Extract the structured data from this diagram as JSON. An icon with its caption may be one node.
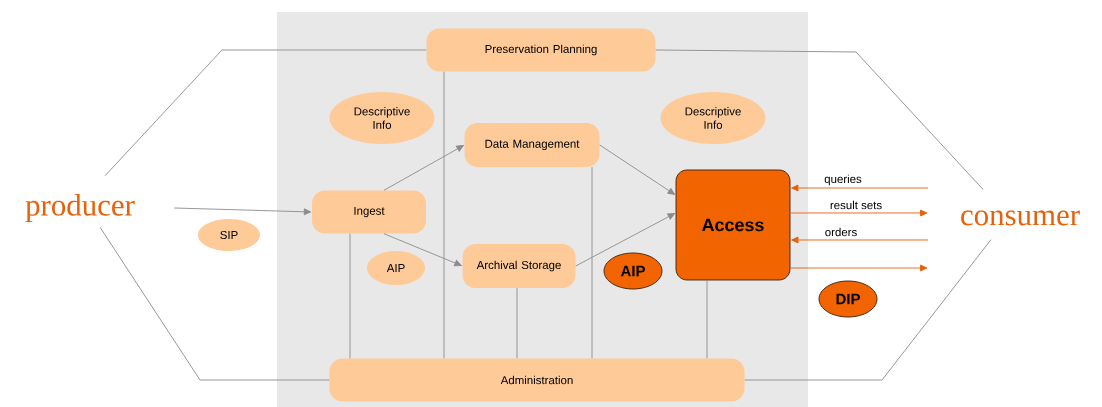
{
  "diagram": {
    "nodes": [
      {
        "text": [
          "producer"
        ]
      },
      {
        "text": [
          "consumer"
        ]
      },
      {
        "text": [
          "Preservation Planning"
        ]
      },
      {
        "text": [
          "Descriptive Info"
        ]
      },
      {
        "text": [
          "Data Management"
        ]
      },
      {
        "text": [
          "Descriptive Info"
        ]
      },
      {
        "text": [
          "Ingest"
        ]
      },
      {
        "text": [
          "SIP"
        ]
      },
      {
        "text": [
          "AIP"
        ]
      },
      {
        "text": [
          "Archival Storage"
        ]
      },
      {
        "text": [
          "AIP"
        ]
      },
      {
        "text": [
          "Access"
        ]
      },
      {
        "text": [
          "DIP"
        ]
      },
      {
        "text": [
          "Administration"
        ]
      }
    ],
    "edges": [
      {
        "from": 0,
        "to": 6,
        "arrow": "to"
      },
      {
        "from": 0,
        "to": 2,
        "arrow": "none"
      },
      {
        "from": 0,
        "to": 13,
        "arrow": "none"
      },
      {
        "from": 1,
        "to": 2,
        "arrow": "none"
      },
      {
        "from": 1,
        "to": 13,
        "arrow": "none"
      },
      {
        "from": 6,
        "to": 4,
        "arrow": "to"
      },
      {
        "from": 6,
        "to": 9,
        "arrow": "to"
      },
      {
        "from": 4,
        "to": 11,
        "arrow": "to"
      },
      {
        "from": 9,
        "to": 11,
        "arrow": "to"
      },
      {
        "from": 6,
        "to": 13,
        "arrow": "none"
      },
      {
        "from": 2,
        "to": 13,
        "arrow": "none"
      },
      {
        "from": 9,
        "to": 13,
        "arrow": "none"
      },
      {
        "from": 4,
        "to": 13,
        "arrow": "none"
      },
      {
        "from": 11,
        "to": 13,
        "arrow": "none"
      },
      {
        "from": null,
        "to": 11,
        "arrow": "to",
        "label": "queries",
        "color": "#e8600a"
      },
      {
        "from": 11,
        "to": null,
        "arrow": "to",
        "label": "result sets",
        "color": "#e8600a"
      },
      {
        "from": null,
        "to": 11,
        "arrow": "to",
        "label": "orders",
        "color": "#e8600a"
      },
      {
        "from": 11,
        "to": null,
        "arrow": "to",
        "color": "#e8600a"
      }
    ]
  }
}
